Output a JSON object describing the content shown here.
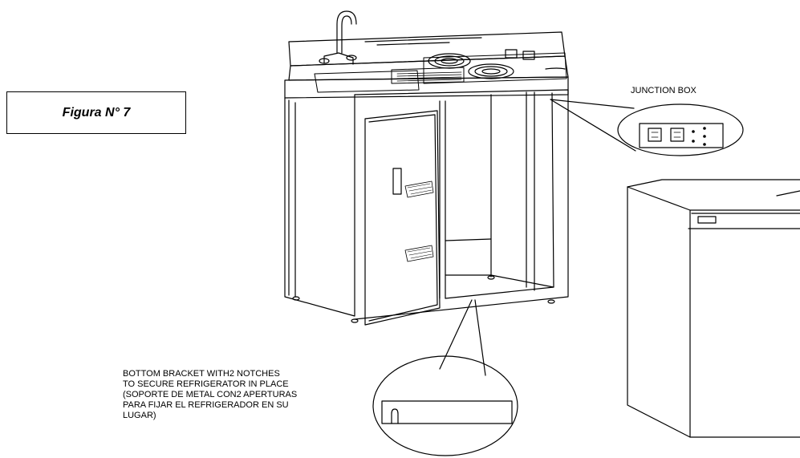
{
  "figure": {
    "title": "Figura N° 7"
  },
  "callouts": {
    "junction_box": {
      "label": "JUNCTION BOX"
    },
    "bottom_bracket": {
      "lines": [
        "BOTTOM BRACKET WITH2 NOTCHES",
        "TO SECURE REFRIGERATOR IN PLACE",
        "(SOPORTE DE METAL CON2 APERTURAS",
        "PARA FIJAR EL REFRIGERADOR EN SU",
        "LUGAR)"
      ]
    }
  }
}
